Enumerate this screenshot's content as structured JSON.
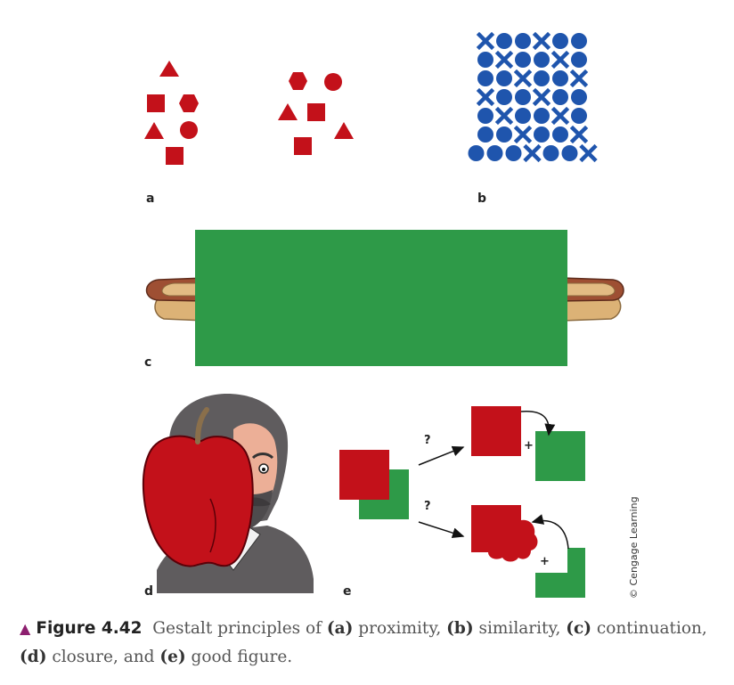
{
  "colors": {
    "red": "#c3111a",
    "blue": "#1f55ad",
    "green": "#2e9a48",
    "bun": "#dcb276",
    "sausage": "#9e4f33",
    "hair": "#5f5c5e",
    "skin": "#ecaf97"
  },
  "panels": {
    "a": {
      "label": "a"
    },
    "b": {
      "label": "b",
      "grid": [
        "xooxoo",
        "oxooxo",
        "ooxoox",
        "xooxoo",
        "oxooxo",
        "ooxoox",
        "oooxoox"
      ]
    },
    "c": {
      "label": "c"
    },
    "d": {
      "label": "d"
    },
    "e": {
      "label": "e",
      "question_mark": "?",
      "plus": "+"
    }
  },
  "credit": "© Cengage Learning",
  "caption": {
    "marker": "▲",
    "figure_number": "Figure 4.42",
    "text_1": "Gestalt principles of ",
    "term_a": "(a)",
    "text_2": " proximity, ",
    "term_b": "(b)",
    "text_3": " similarity, ",
    "term_c": "(c)",
    "text_4": " continuation, ",
    "term_d": "(d)",
    "text_5": " closure, and ",
    "term_e": "(e)",
    "text_6": " good figure."
  }
}
